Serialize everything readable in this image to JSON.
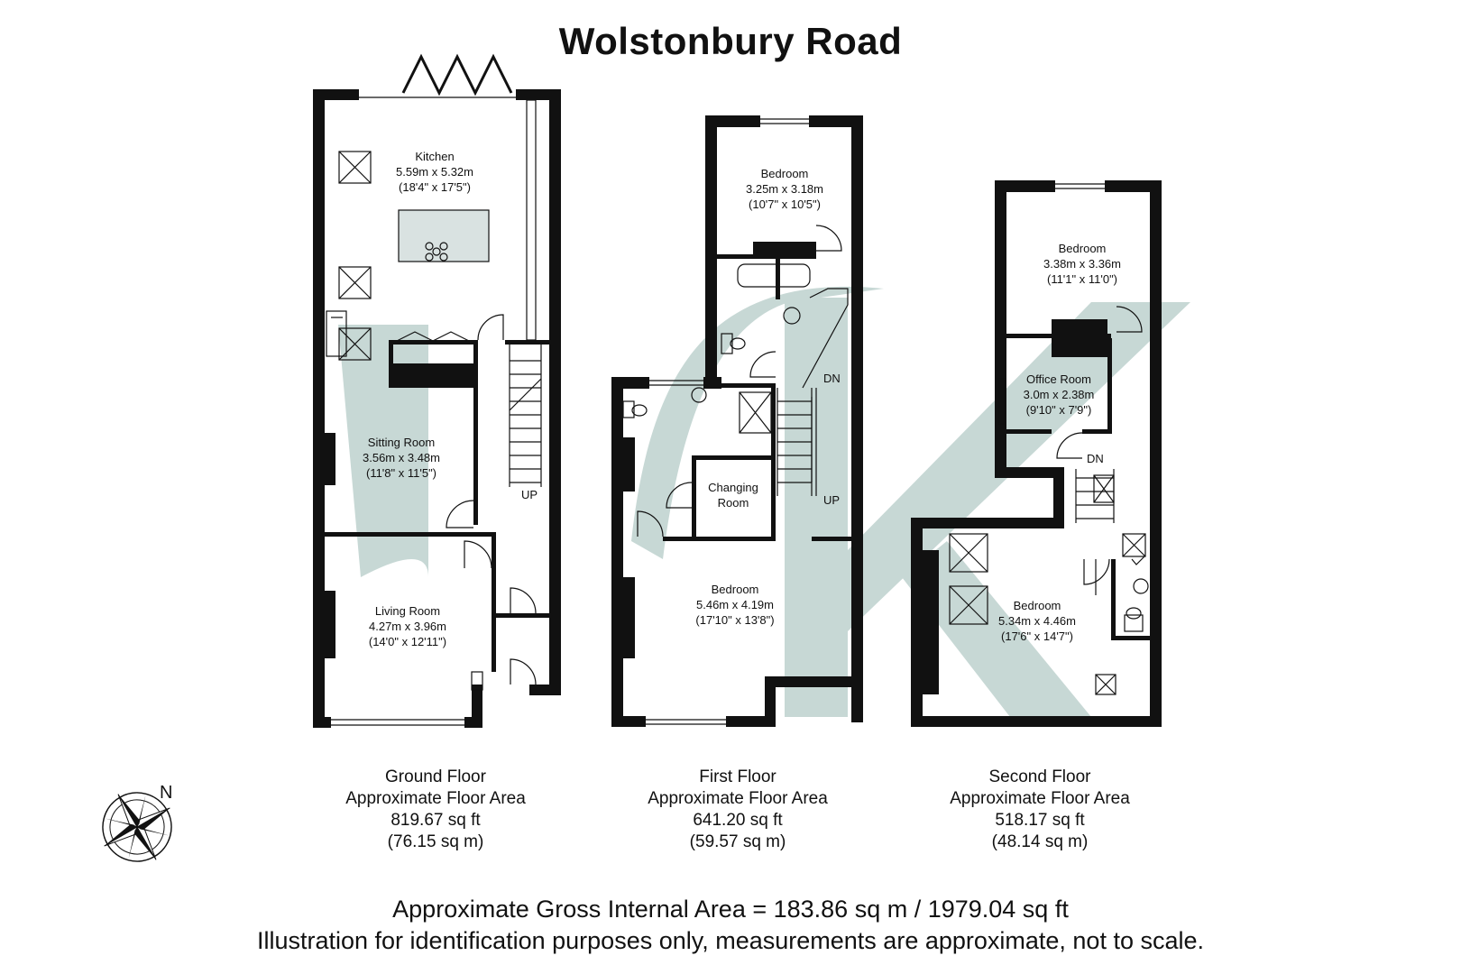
{
  "title": "Wolstonbury Road",
  "colors": {
    "wall": "#111111",
    "watermark": "#c7d8d5",
    "furniture": "#d9e2e1",
    "background": "#ffffff"
  },
  "icons": {
    "compass": "compass-rose-icon"
  },
  "compass": {
    "label": "N"
  },
  "floors": [
    {
      "caption": [
        "Ground Floor",
        "Approximate Floor Area",
        "819.67 sq ft",
        "(76.15 sq m)"
      ],
      "rooms": [
        {
          "name": "Kitchen",
          "metric": "5.59m x 5.32m",
          "imperial": "(18'4\" x 17'5\")"
        },
        {
          "name": "Sitting Room",
          "metric": "3.56m x 3.48m",
          "imperial": "(11'8\" x 11'5\")"
        },
        {
          "name": "Living Room",
          "metric": "4.27m x 3.96m",
          "imperial": "(14'0\" x 12'11\")"
        }
      ],
      "stair_labels": [
        "UP"
      ]
    },
    {
      "caption": [
        "First Floor",
        "Approximate Floor Area",
        "641.20 sq ft",
        "(59.57 sq m)"
      ],
      "rooms": [
        {
          "name": "Bedroom",
          "metric": "3.25m x 3.18m",
          "imperial": "(10'7\" x 10'5\")"
        },
        {
          "name": "Changing",
          "name2": "Room"
        },
        {
          "name": "Bedroom",
          "metric": "5.46m x 4.19m",
          "imperial": "(17'10\" x 13'8\")"
        }
      ],
      "stair_labels": [
        "DN",
        "UP"
      ]
    },
    {
      "caption": [
        "Second Floor",
        "Approximate Floor Area",
        "518.17 sq ft",
        "(48.14 sq m)"
      ],
      "rooms": [
        {
          "name": "Bedroom",
          "metric": "3.38m x 3.36m",
          "imperial": "(11'1\" x 11'0\")"
        },
        {
          "name": "Office Room",
          "metric": "3.0m x 2.38m",
          "imperial": "(9'10\" x 7'9\")"
        },
        {
          "name": "Bedroom",
          "metric": "5.34m x 4.46m",
          "imperial": "(17'6\" x 14'7\")"
        }
      ],
      "stair_labels": [
        "DN"
      ]
    }
  ],
  "footer": {
    "gross_area": "Approximate Gross Internal Area = 183.86 sq m / 1979.04 sq ft",
    "disclaimer": "Illustration for identification purposes only, measurements are approximate, not to scale."
  }
}
